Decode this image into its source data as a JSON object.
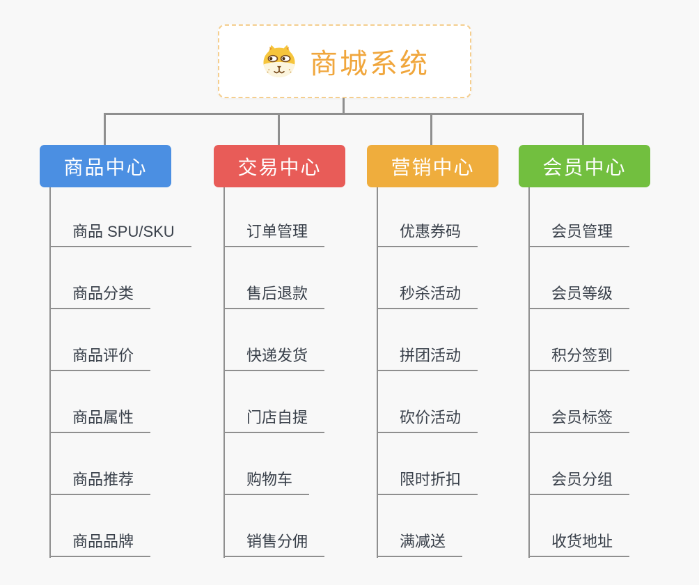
{
  "background": "#F8F8F8",
  "connector_color": "#8F8F8F",
  "root": {
    "title": "商城系统",
    "icon": "dog-face-icon",
    "text_color": "#F0A63C",
    "border_color": "#F5CE8E"
  },
  "branches": [
    {
      "label": "商品中心",
      "color": "#4B8FE2",
      "items": [
        "商品 SPU/SKU",
        "商品分类",
        "商品评价",
        "商品属性",
        "商品推荐",
        "商品品牌"
      ]
    },
    {
      "label": "交易中心",
      "color": "#E85C58",
      "items": [
        "订单管理",
        "售后退款",
        "快递发货",
        "门店自提",
        "购物车",
        "销售分佣"
      ]
    },
    {
      "label": "营销中心",
      "color": "#EFAD3D",
      "items": [
        "优惠券码",
        "秒杀活动",
        "拼团活动",
        "砍价活动",
        "限时折扣",
        "满减送"
      ]
    },
    {
      "label": "会员中心",
      "color": "#72BF3F",
      "items": [
        "会员管理",
        "会员等级",
        "积分签到",
        "会员标签",
        "会员分组",
        "收货地址"
      ]
    }
  ]
}
